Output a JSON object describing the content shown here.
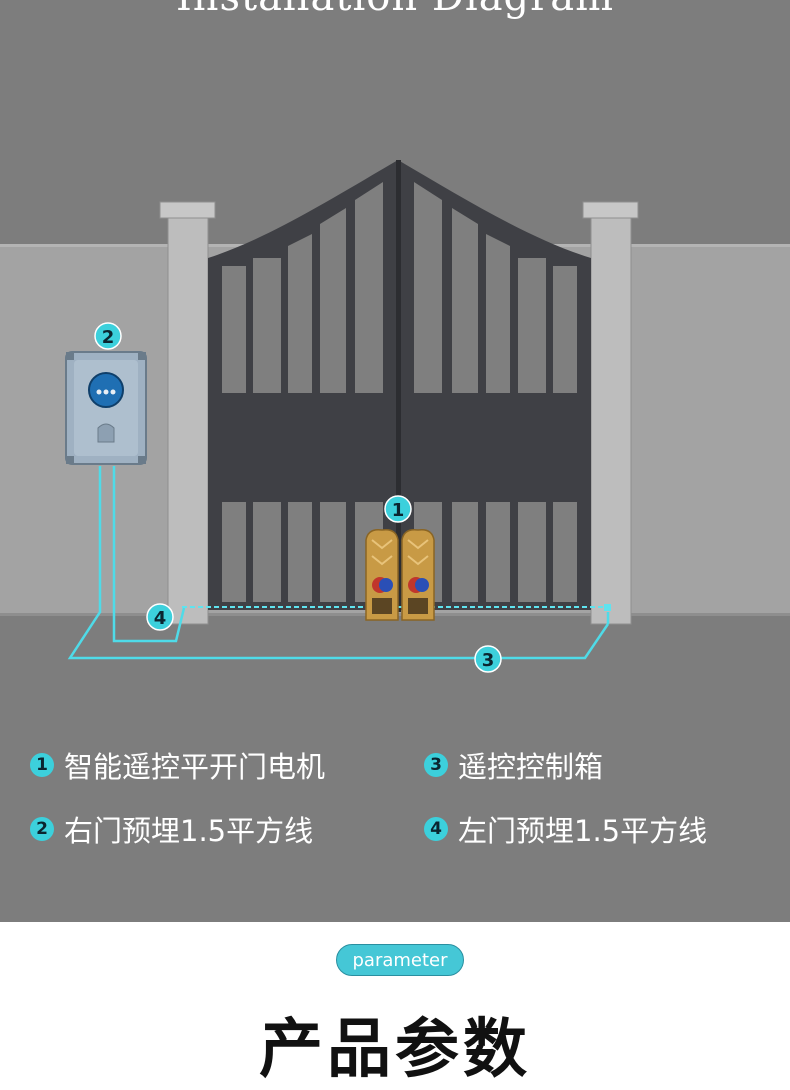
{
  "diagram": {
    "title": "Installation Diagram",
    "callouts": [
      "1",
      "2",
      "3",
      "4"
    ]
  },
  "legend": [
    {
      "num": "1",
      "text": "智能遥控平开门电机"
    },
    {
      "num": "3",
      "text": "遥控控制箱"
    },
    {
      "num": "2",
      "text": "右门预埋1.5平方线"
    },
    {
      "num": "4",
      "text": "左门预埋1.5平方线"
    }
  ],
  "section": {
    "pill_label": "parameter",
    "title": "产品参数"
  },
  "colors": {
    "background": "#7d7d7d",
    "wall": "#a3a3a3",
    "gate": "#3f4045",
    "accent": "#3cd0dc",
    "motor": "#c89a45"
  },
  "icons": [
    "control-box-icon",
    "gate-motor-icon"
  ]
}
